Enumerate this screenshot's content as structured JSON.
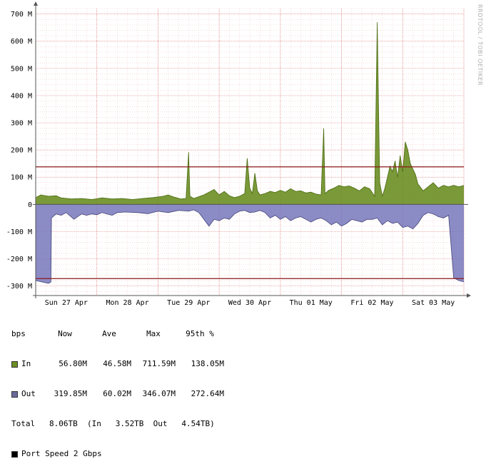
{
  "watermark": "RRDTOOL / TOBI OETIKER",
  "chart_data": {
    "type": "area",
    "y_unit_suffix": " M",
    "ylim": [
      -335,
      720
    ],
    "yticks": [
      700,
      600,
      500,
      400,
      300,
      200,
      100,
      0,
      -100,
      -200,
      -300
    ],
    "ytick_labels": [
      "700 M",
      "600 M",
      "500 M",
      "400 M",
      "300 M",
      "200 M",
      "100 M",
      "0",
      "-100 M",
      "-200 M",
      "-300 M"
    ],
    "x_range_hours": [
      0,
      168
    ],
    "xticks": [
      {
        "hour": 12,
        "label": "Sun 27 Apr"
      },
      {
        "hour": 36,
        "label": "Mon 28 Apr"
      },
      {
        "hour": 60,
        "label": "Tue 29 Apr"
      },
      {
        "hour": 84,
        "label": "Wed 30 Apr"
      },
      {
        "hour": 108,
        "label": "Thu 01 May"
      },
      {
        "hour": 132,
        "label": "Fri 02 May"
      },
      {
        "hour": 156,
        "label": "Sat 03 May"
      }
    ],
    "grid": true,
    "percentile_lines": [
      138.05,
      -272.64
    ],
    "series": [
      {
        "name": "In",
        "color": "#6b8e23",
        "points": [
          [
            0,
            25
          ],
          [
            2,
            35
          ],
          [
            5,
            30
          ],
          [
            8,
            32
          ],
          [
            10,
            24
          ],
          [
            14,
            20
          ],
          [
            18,
            22
          ],
          [
            22,
            18
          ],
          [
            26,
            24
          ],
          [
            30,
            20
          ],
          [
            34,
            22
          ],
          [
            38,
            18
          ],
          [
            42,
            22
          ],
          [
            46,
            25
          ],
          [
            50,
            30
          ],
          [
            52,
            35
          ],
          [
            54,
            28
          ],
          [
            57,
            20
          ],
          [
            59,
            22
          ],
          [
            60,
            192
          ],
          [
            60.5,
            30
          ],
          [
            62,
            22
          ],
          [
            66,
            35
          ],
          [
            68,
            45
          ],
          [
            70,
            55
          ],
          [
            72,
            35
          ],
          [
            74,
            48
          ],
          [
            76,
            32
          ],
          [
            78,
            25
          ],
          [
            80,
            30
          ],
          [
            82,
            40
          ],
          [
            83,
            170
          ],
          [
            84,
            60
          ],
          [
            85,
            40
          ],
          [
            86,
            115
          ],
          [
            87,
            50
          ],
          [
            88,
            35
          ],
          [
            90,
            40
          ],
          [
            92,
            48
          ],
          [
            94,
            44
          ],
          [
            96,
            52
          ],
          [
            98,
            45
          ],
          [
            100,
            58
          ],
          [
            102,
            48
          ],
          [
            104,
            50
          ],
          [
            106,
            42
          ],
          [
            108,
            45
          ],
          [
            110,
            38
          ],
          [
            112,
            35
          ],
          [
            113,
            280
          ],
          [
            113.5,
            40
          ],
          [
            115,
            52
          ],
          [
            117,
            60
          ],
          [
            119,
            70
          ],
          [
            121,
            65
          ],
          [
            123,
            68
          ],
          [
            125,
            60
          ],
          [
            127,
            50
          ],
          [
            129,
            65
          ],
          [
            131,
            58
          ],
          [
            133,
            30
          ],
          [
            134,
            670
          ],
          [
            134.5,
            360
          ],
          [
            135,
            80
          ],
          [
            136,
            30
          ],
          [
            137,
            60
          ],
          [
            138,
            100
          ],
          [
            139,
            140
          ],
          [
            140,
            120
          ],
          [
            141,
            160
          ],
          [
            142,
            100
          ],
          [
            143,
            180
          ],
          [
            144,
            120
          ],
          [
            145,
            230
          ],
          [
            146,
            200
          ],
          [
            147,
            150
          ],
          [
            148,
            130
          ],
          [
            149,
            110
          ],
          [
            150,
            75
          ],
          [
            152,
            50
          ],
          [
            154,
            65
          ],
          [
            156,
            80
          ],
          [
            158,
            60
          ],
          [
            160,
            70
          ],
          [
            162,
            65
          ],
          [
            164,
            70
          ],
          [
            166,
            65
          ],
          [
            168,
            70
          ]
        ]
      },
      {
        "name": "Out",
        "color": "#7777bb",
        "points": [
          [
            0,
            -280
          ],
          [
            5,
            -290
          ],
          [
            6,
            -285
          ],
          [
            6.2,
            -50
          ],
          [
            8,
            -35
          ],
          [
            10,
            -40
          ],
          [
            12,
            -30
          ],
          [
            15,
            -55
          ],
          [
            18,
            -35
          ],
          [
            20,
            -40
          ],
          [
            22,
            -35
          ],
          [
            24,
            -38
          ],
          [
            26,
            -30
          ],
          [
            28,
            -35
          ],
          [
            30,
            -40
          ],
          [
            32,
            -30
          ],
          [
            35,
            -28
          ],
          [
            40,
            -30
          ],
          [
            44,
            -34
          ],
          [
            48,
            -25
          ],
          [
            52,
            -30
          ],
          [
            56,
            -22
          ],
          [
            60,
            -25
          ],
          [
            62,
            -20
          ],
          [
            64,
            -30
          ],
          [
            66,
            -55
          ],
          [
            68,
            -80
          ],
          [
            70,
            -55
          ],
          [
            72,
            -60
          ],
          [
            74,
            -50
          ],
          [
            76,
            -55
          ],
          [
            78,
            -35
          ],
          [
            80,
            -25
          ],
          [
            82,
            -22
          ],
          [
            84,
            -30
          ],
          [
            86,
            -28
          ],
          [
            88,
            -22
          ],
          [
            90,
            -30
          ],
          [
            92,
            -50
          ],
          [
            94,
            -40
          ],
          [
            96,
            -55
          ],
          [
            98,
            -45
          ],
          [
            100,
            -60
          ],
          [
            102,
            -50
          ],
          [
            104,
            -45
          ],
          [
            106,
            -55
          ],
          [
            108,
            -65
          ],
          [
            110,
            -55
          ],
          [
            112,
            -50
          ],
          [
            114,
            -60
          ],
          [
            116,
            -75
          ],
          [
            118,
            -65
          ],
          [
            120,
            -80
          ],
          [
            122,
            -70
          ],
          [
            124,
            -55
          ],
          [
            126,
            -60
          ],
          [
            128,
            -65
          ],
          [
            130,
            -55
          ],
          [
            132,
            -55
          ],
          [
            134,
            -50
          ],
          [
            136,
            -75
          ],
          [
            138,
            -60
          ],
          [
            140,
            -70
          ],
          [
            142,
            -65
          ],
          [
            144,
            -85
          ],
          [
            146,
            -80
          ],
          [
            148,
            -90
          ],
          [
            150,
            -70
          ],
          [
            152,
            -40
          ],
          [
            154,
            -30
          ],
          [
            156,
            -35
          ],
          [
            158,
            -45
          ],
          [
            160,
            -50
          ],
          [
            162,
            -40
          ],
          [
            164,
            -270
          ],
          [
            166,
            -280
          ],
          [
            168,
            -285
          ]
        ]
      }
    ],
    "legend": {
      "header": {
        "unit": "bps",
        "now": "Now",
        "ave": "Ave",
        "max": "Max",
        "p95": "95th %"
      },
      "rows": [
        {
          "label": "In",
          "color": "#6b8e23",
          "now": "56.80M",
          "ave": "46.58M",
          "max": "711.59M",
          "p95": "138.05M"
        },
        {
          "label": "Out",
          "color": "#6b6b9b",
          "now": "319.85M",
          "ave": "60.02M",
          "max": "346.07M",
          "p95": "272.64M"
        }
      ],
      "total_line": "Total   8.06TB  (In   3.52TB  Out   4.54TB)",
      "port_speed": {
        "label": "Port Speed 2 Gbps",
        "color": "#000000"
      }
    }
  }
}
